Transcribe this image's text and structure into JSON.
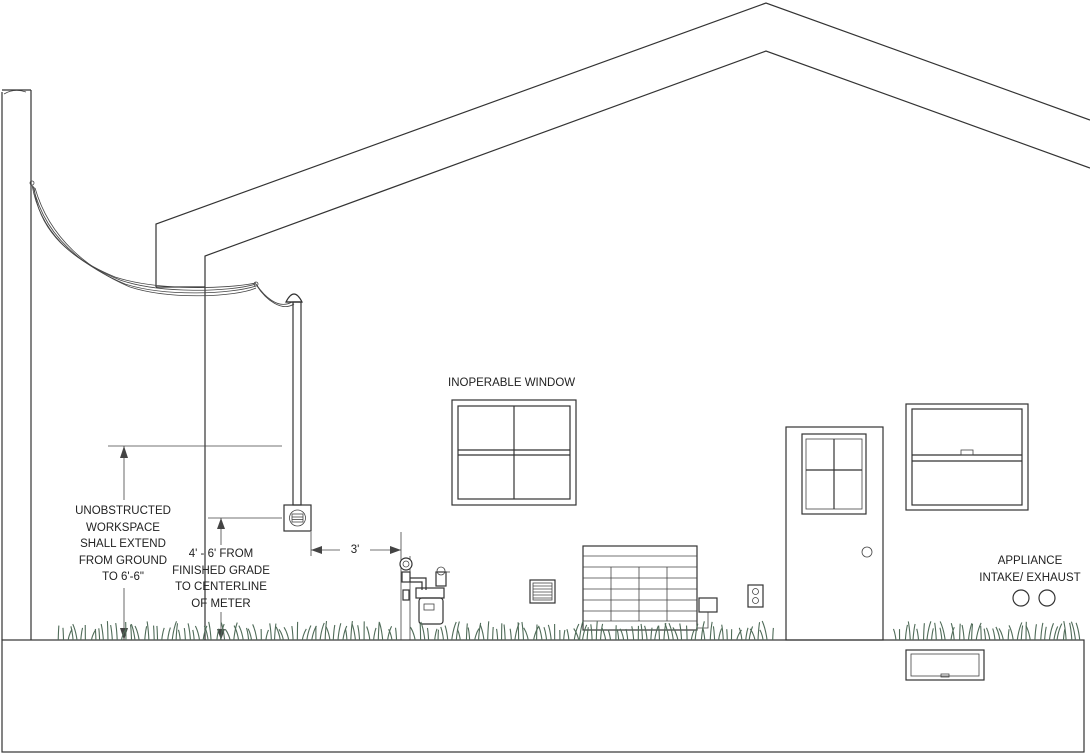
{
  "labels": {
    "window": "INOPERABLE WINDOW",
    "workspace": [
      "UNOBSTRUCTED",
      "WORKSPACE",
      "SHALL EXTEND",
      "FROM GROUND",
      "TO 6'-6\""
    ],
    "meter_height": [
      "4' - 6' FROM",
      "FINISHED GRADE",
      "TO CENTERLINE",
      "OF METER"
    ],
    "clearance": "3'",
    "appliance": [
      "APPLIANCE",
      "INTAKE/ EXHAUST"
    ]
  },
  "colors": {
    "line": "#333333",
    "grass": "#4f6b58"
  }
}
